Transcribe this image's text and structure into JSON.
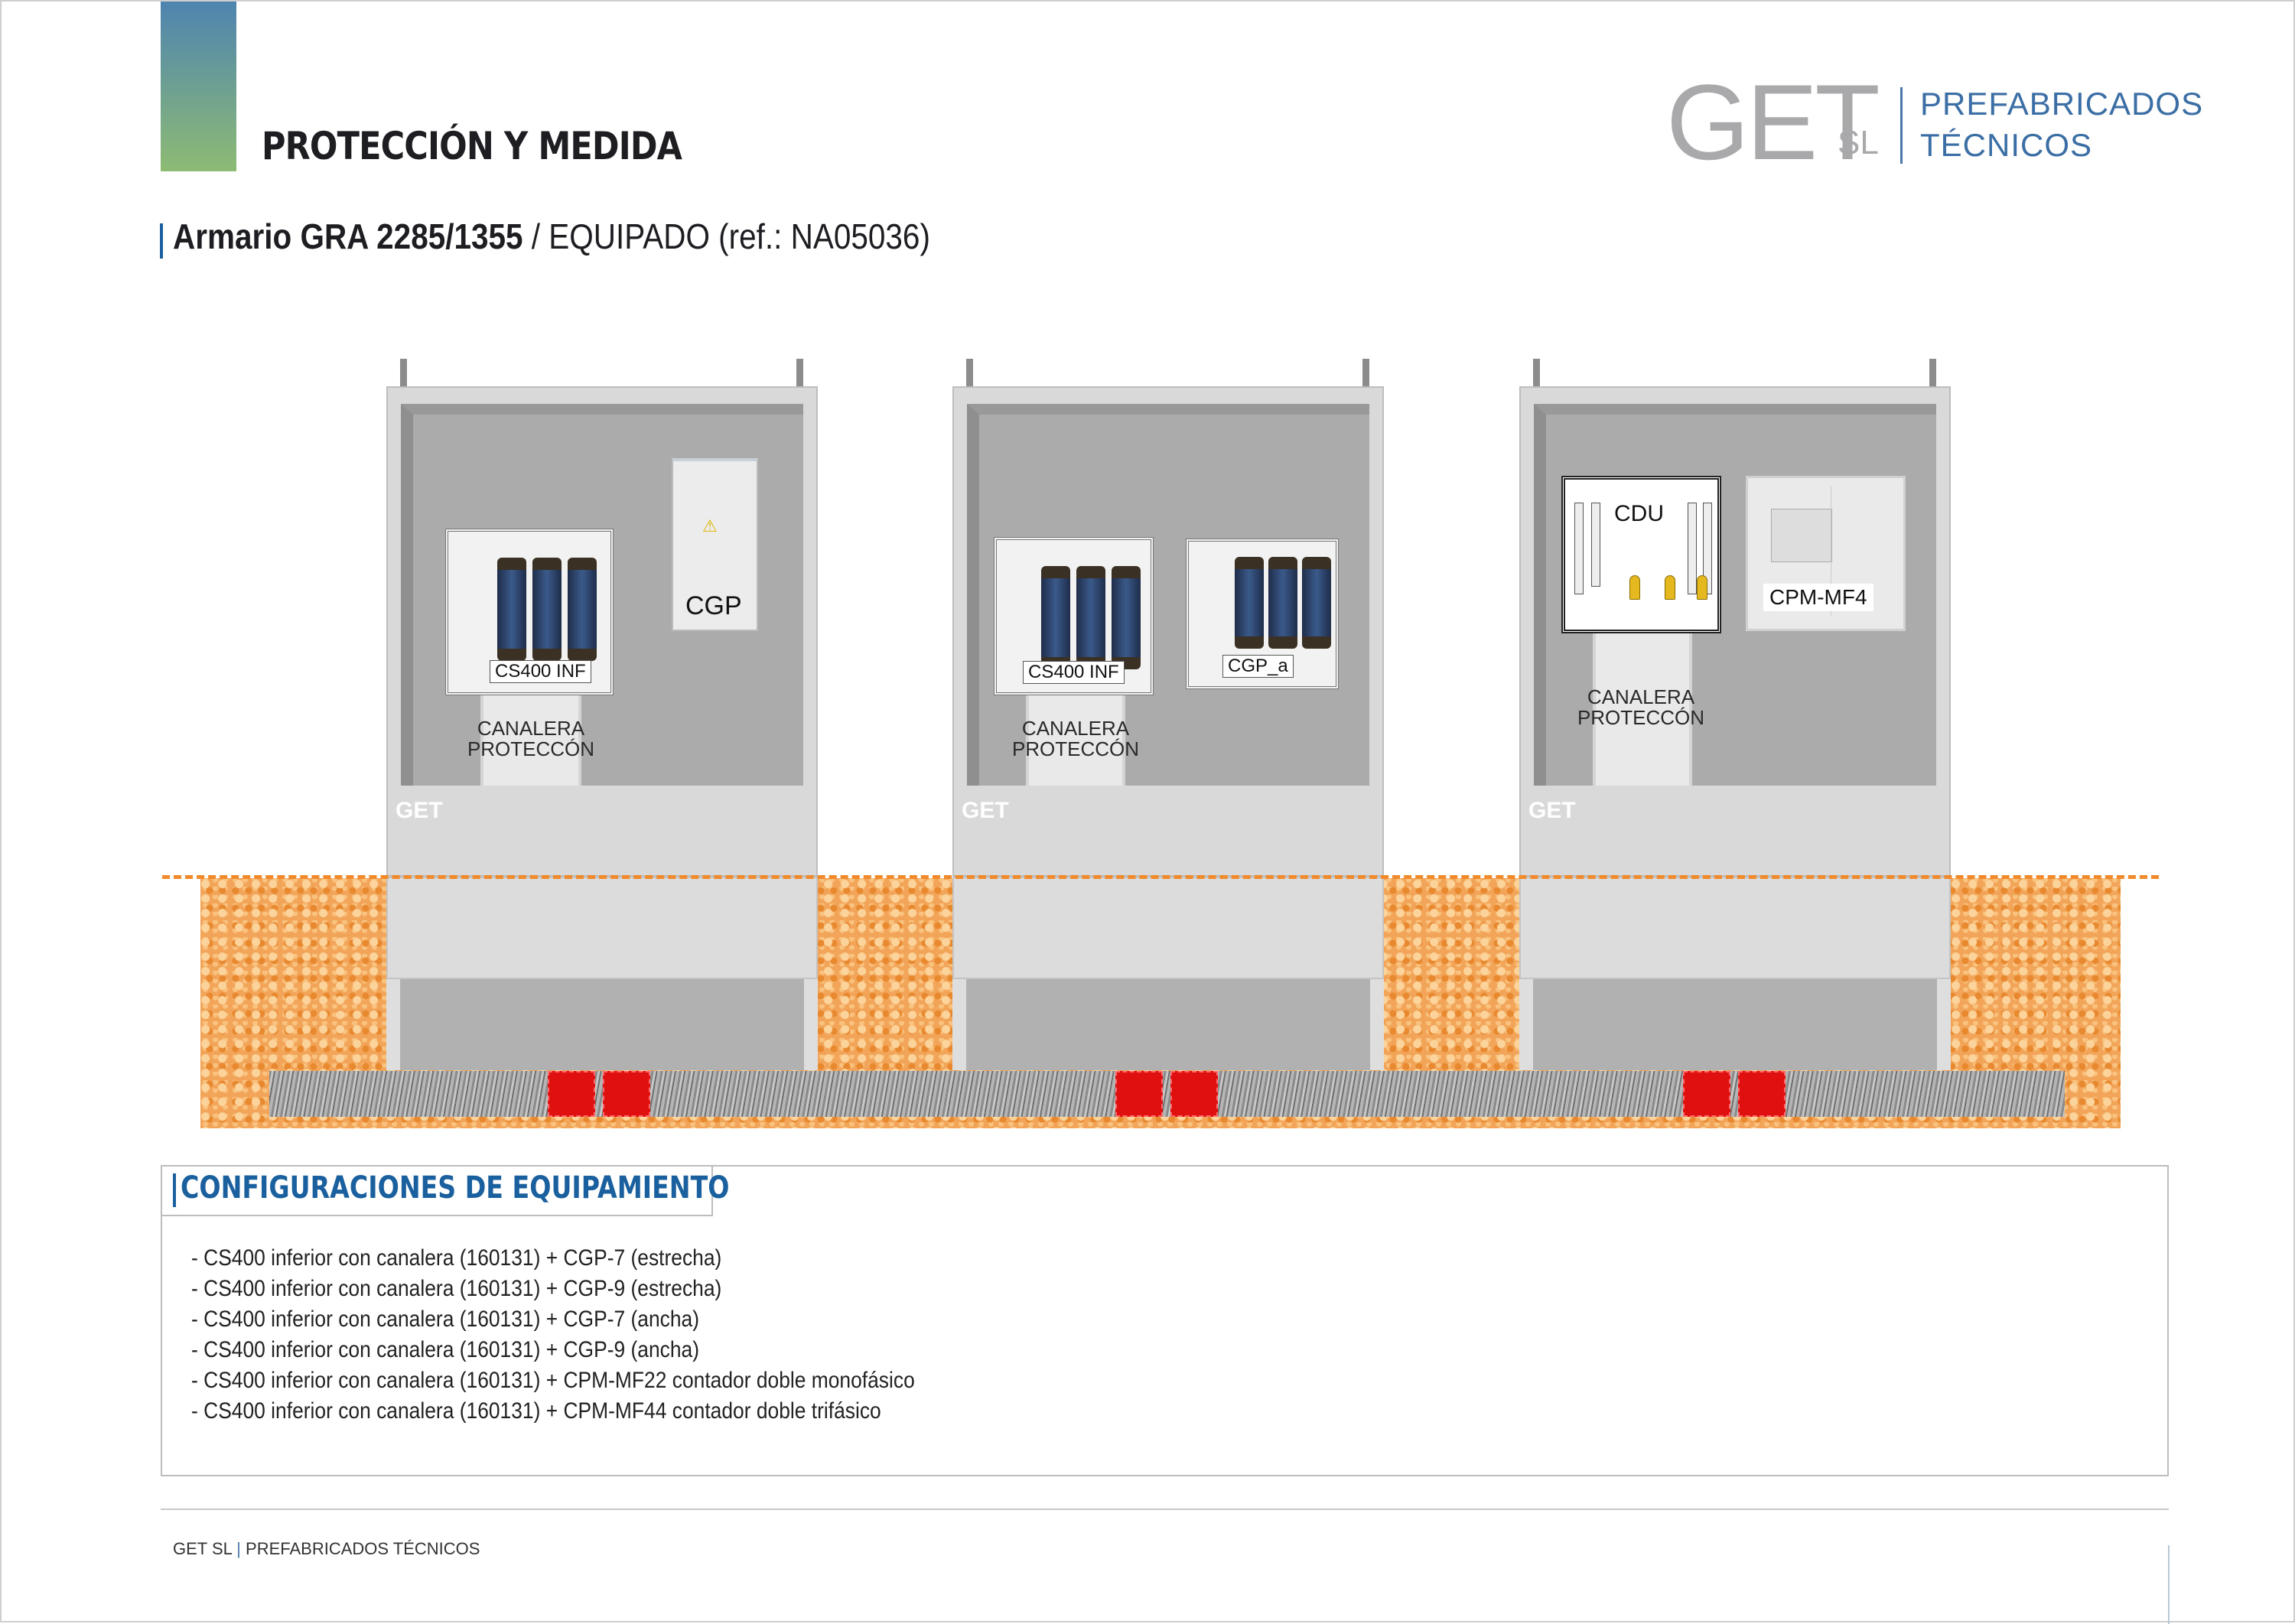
{
  "header": {
    "section_title": "PROTECCIÓN Y MEDIDA",
    "product_bold": "Armario GRA 2285/1355",
    "product_rest": " / EQUIPADO (ref.: NA05036)"
  },
  "logo": {
    "mark": "GET",
    "suffix": "SL",
    "line1": "PREFABRICADOS",
    "line2": "TÉCNICOS"
  },
  "colors": {
    "accent": "#1a5f9e",
    "ground": "#f2a558",
    "duct_block": "#e01010"
  },
  "cabinets": [
    {
      "brand": "GET",
      "module_a": "CS400 INF",
      "module_b": "CGP",
      "channel_line1": "CANALERA",
      "channel_line2": "PROTECCÓN"
    },
    {
      "brand": "GET",
      "module_a": "CS400 INF",
      "module_b": "CGP_a",
      "channel_line1": "CANALERA",
      "channel_line2": "PROTECCÓN"
    },
    {
      "brand": "GET",
      "module_a": "CDU",
      "module_b": "CPM-MF4",
      "channel_line1": "CANALERA",
      "channel_line2": "PROTECCÓN"
    }
  ],
  "config": {
    "title": "CONFIGURACIONES DE EQUIPAMIENTO",
    "items": [
      "- CS400 inferior con canalera (160131) + CGP-7 (estrecha)",
      "- CS400 inferior con canalera (160131) + CGP-9 (estrecha)",
      "- CS400 inferior con canalera (160131) + CGP-7 (ancha)",
      "- CS400 inferior con canalera (160131) + CGP-9 (ancha)",
      "- CS400 inferior con canalera (160131) + CPM-MF22 contador doble monofásico",
      "- CS400 inferior con canalera (160131) + CPM-MF44 contador doble trifásico"
    ]
  },
  "footer": {
    "company": "GET SL",
    "separator": "|",
    "tagline": "PREFABRICADOS TÉCNICOS"
  }
}
